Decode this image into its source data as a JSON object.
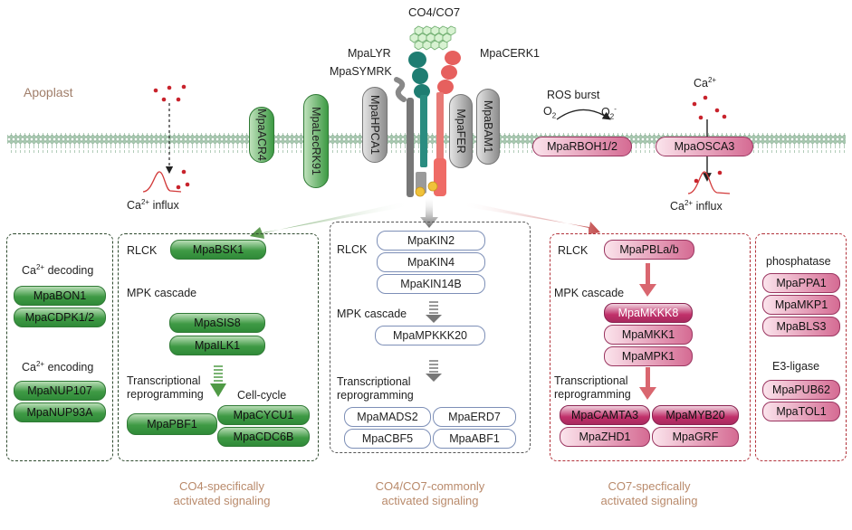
{
  "apoplast": "Apoplast",
  "ligand": "CO4/CO7",
  "receptors": {
    "lyr": "MpaLYR",
    "cerk1": "MpaCERK1",
    "symrk": "MpaSYMRK",
    "acr4": "MpaACR4",
    "lecrk91": "MpaLecRK91",
    "hpca1": "MpaHPCA1",
    "fer": "MpaFER",
    "bam1": "MpaBAM1",
    "rboh": "MpaRBOH1/2",
    "osca3": "MpaOSCA3"
  },
  "ros": {
    "title": "ROS burst",
    "o2_left": "O",
    "o2_left_sub": "2",
    "o2_right": "O",
    "o2_right_sub": "2",
    "o2_right_sup": "-"
  },
  "calcium": {
    "left_base": "Ca",
    "left_sup": "2+",
    "left_tail": " influx",
    "right_top_base": "Ca",
    "right_top_sup": "2+",
    "right_base": "Ca",
    "right_sup": "2+",
    "right_tail": " influx"
  },
  "ca_panel": {
    "decoding_base": "Ca",
    "decoding_sup": "2+",
    "decoding_tail": " decoding",
    "encoding_base": "Ca",
    "encoding_sup": "2+",
    "encoding_tail": " encoding",
    "bon1": "MpaBON1",
    "cdpk": "MpaCDPK1/2",
    "nup107": "MpaNUP107",
    "nup93a": "MpaNUP93A"
  },
  "co4_panel": {
    "rlck": "RLCK",
    "bsk1": "MpaBSK1",
    "mpk": "MPK cascade",
    "sis8": "MpaSIS8",
    "ilk1": "MpaILK1",
    "tr1": "Transcriptional",
    "tr2": "reprogramming",
    "cellcycle": "Cell-cycle",
    "pbf1": "MpaPBF1",
    "cycu1": "MpaCYCU1",
    "cdc6b": "MpaCDC6B",
    "caption1": "CO4-specifically",
    "caption2": "activated signaling"
  },
  "common_panel": {
    "rlck": "RLCK",
    "kin2": "MpaKIN2",
    "kin4": "MpaKIN4",
    "kin14b": "MpaKIN14B",
    "mpk": "MPK cascade",
    "mpkkk20": "MpaMPKKK20",
    "tr1": "Transcriptional",
    "tr2": "reprogramming",
    "mads2": "MpaMADS2",
    "erd7": "MpaERD7",
    "cbf5": "MpaCBF5",
    "abf1": "MpaABF1",
    "caption1": "CO4/CO7-commonly",
    "caption2": "activated signaling"
  },
  "co7_panel": {
    "rlck": "RLCK",
    "pbl": "MpaPBLa/b",
    "mpk": "MPK cascade",
    "mkkk8": "MpaMKKK8",
    "mkk1": "MpaMKK1",
    "mpk1": "MpaMPK1",
    "tr1": "Transcriptional",
    "tr2": "reprogramming",
    "camta3": "MpaCAMTA3",
    "myb20": "MpaMYB20",
    "zhd1": "MpaZHD1",
    "grf": "MpaGRF",
    "caption1": "CO7-specfically",
    "caption2": "activated signaling"
  },
  "right_panel": {
    "phosphatase": "phosphatase",
    "ppa1": "MpaPPA1",
    "mkp1": "MpaMKP1",
    "bls3": "MpaBLS3",
    "e3": "E3-ligase",
    "pub62": "MpaPUB62",
    "tol1": "MpaTOL1"
  },
  "colors": {
    "green": "#3f9a45",
    "magenta": "#b72b65",
    "red_receptor": "#e8605c",
    "teal": "#1f7d72",
    "membrane": "#8fb89a"
  }
}
